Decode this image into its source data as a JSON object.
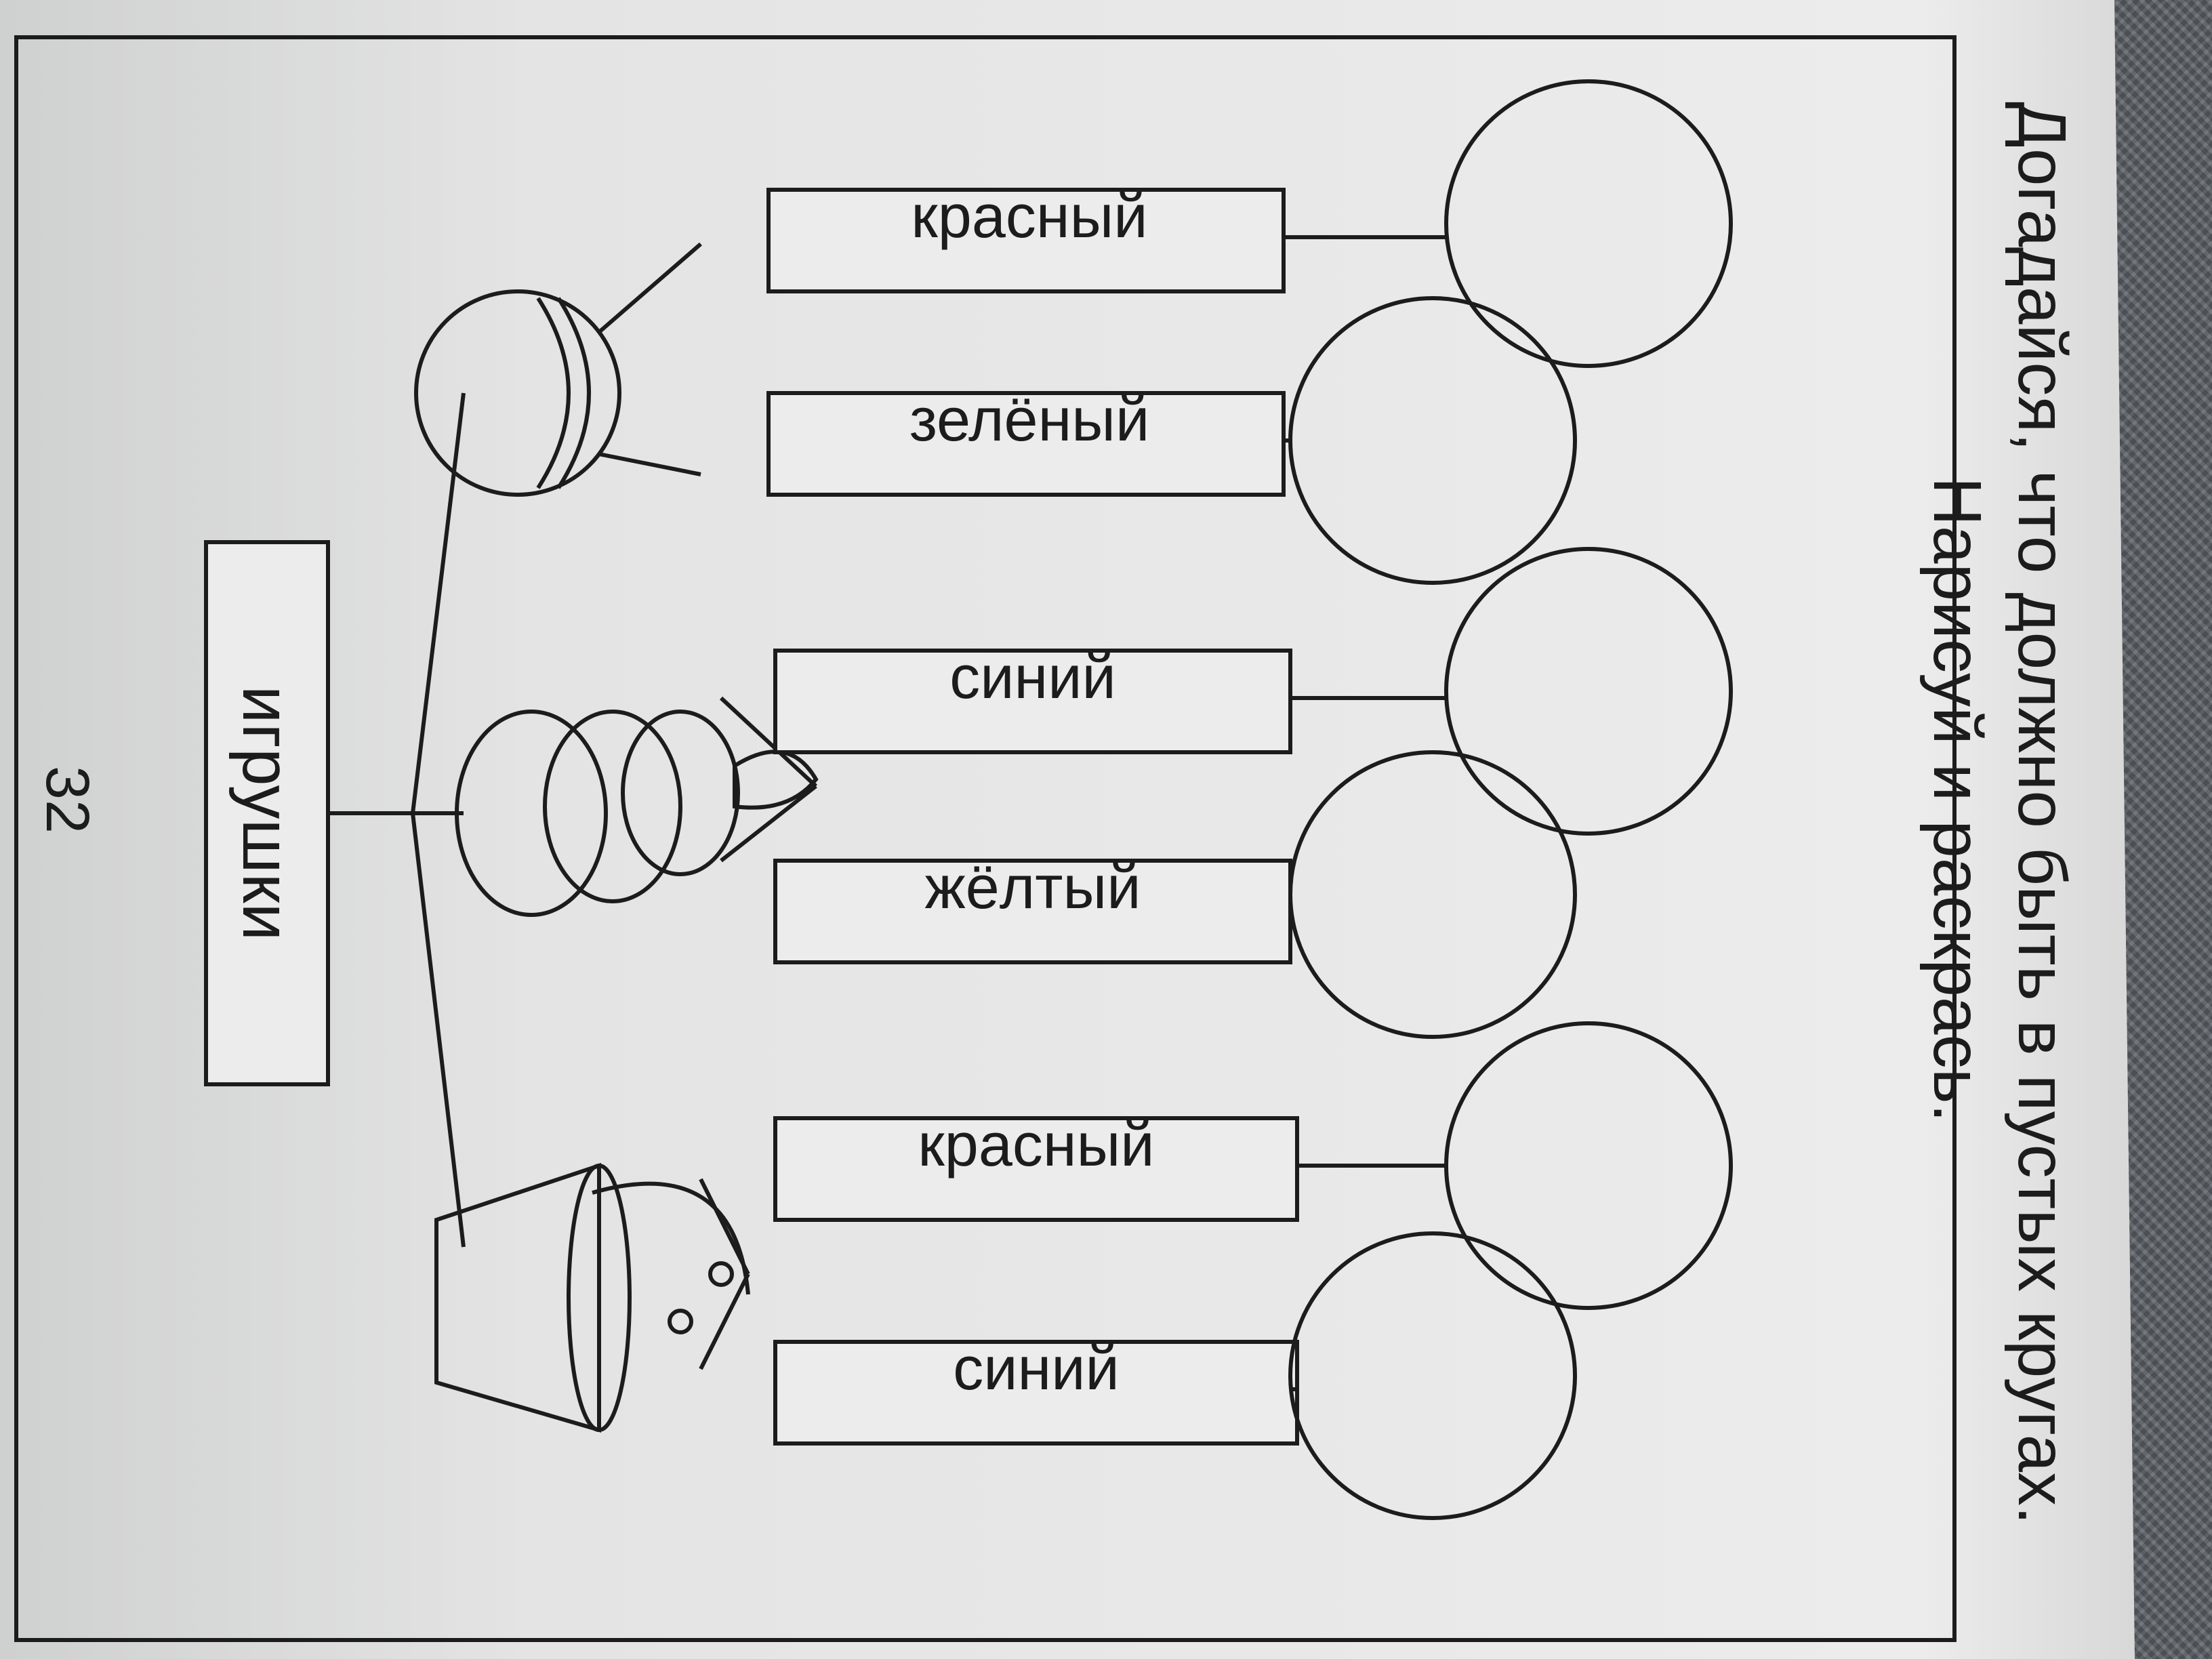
{
  "instructions": {
    "line1": "Догадайся, что должно быть в пустых кругах.",
    "line2": "Нарисуй и раскрась."
  },
  "page_number": "32",
  "root": {
    "label": "игрушки"
  },
  "groups": [
    {
      "toy_icon": "ball-icon",
      "colors": [
        {
          "label": "красный"
        },
        {
          "label": "зелёный"
        }
      ]
    },
    {
      "toy_icon": "pyramid-icon",
      "colors": [
        {
          "label": "синий"
        },
        {
          "label": "жёлтый"
        }
      ]
    },
    {
      "toy_icon": "bucket-icon",
      "colors": [
        {
          "label": "красный"
        },
        {
          "label": "синий"
        }
      ]
    }
  ],
  "colors": {
    "paper": "#e8e8e8",
    "ink": "#1c1c1c",
    "fabric": "#5f646a"
  }
}
